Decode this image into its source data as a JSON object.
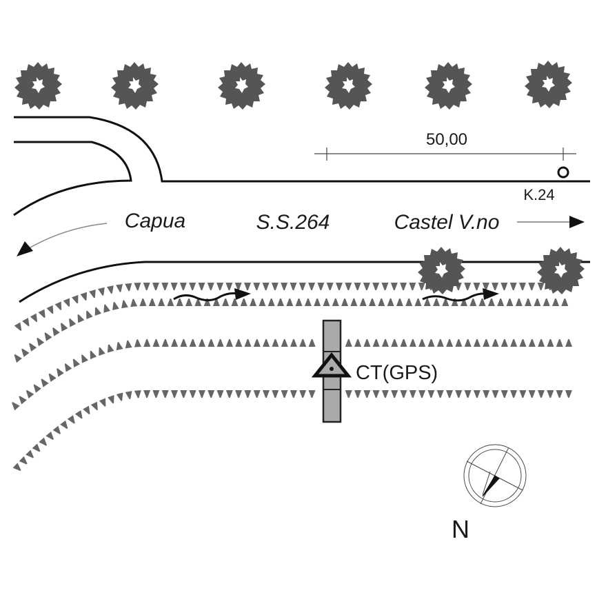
{
  "map": {
    "scale_label": "50,00",
    "marker_label": "K.24",
    "road_label": "S.S.264",
    "direction_west_label": "Capua",
    "direction_east_label": "Castel V.no",
    "survey_point_label": "CT(GPS)",
    "north_label": "N",
    "colors": {
      "road_line": "#111111",
      "tree": "#555555",
      "tree_row_tick": "#666666",
      "survey_bar": "#aaaaaa",
      "scale_line": "#444444"
    },
    "icons": {
      "tree": "tree-icon",
      "flow_arrow": "wavy-arrow-icon",
      "survey_point": "triangle-survey-icon",
      "compass": "compass-icon",
      "km_marker": "circle-marker-icon"
    }
  }
}
